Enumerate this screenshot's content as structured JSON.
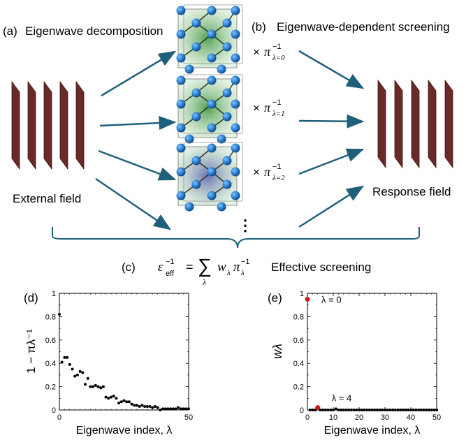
{
  "panels": {
    "a": {
      "letter": "(a)",
      "title": "Eigenwave decomposition"
    },
    "b": {
      "letter": "(b)",
      "title": "Eigenwave-dependent screening"
    },
    "c": {
      "letter": "(c)",
      "title": "Effective screening"
    },
    "d": {
      "letter": "(d)"
    },
    "e": {
      "letter": "(e)"
    }
  },
  "labels": {
    "external_field": "External field",
    "response_field": "Response field",
    "ellipsis": "⋮"
  },
  "factors": [
    {
      "times": "×",
      "symbol": "π",
      "sup": "−1",
      "sub": "λ=0"
    },
    {
      "times": "×",
      "symbol": "π",
      "sup": "−1",
      "sub": "λ=1"
    },
    {
      "times": "×",
      "symbol": "π",
      "sup": "−1",
      "sub": "λ=2"
    }
  ],
  "equation": {
    "lhs": "ε",
    "lhs_sub": "eff",
    "lhs_sup": "−1",
    "equals": "=",
    "sum": "∑",
    "sum_sub": "λ",
    "w": "w",
    "w_sub": "λ",
    "pi": "π",
    "pi_sub": "λ",
    "pi_sup": "−1"
  },
  "colors": {
    "arrow": "#1f5f7a",
    "field": "#6b2a2a",
    "atom": "#2a7ed0",
    "brace": "#1f5f7a",
    "marker": "#000000",
    "highlight": "#cc1a1a"
  },
  "chart_data": [
    {
      "type": "scatter",
      "panel": "d",
      "xlabel": "Eigenwave index, λ",
      "ylabel": "1 − πλ⁻¹",
      "xlim": [
        0,
        50
      ],
      "ylim": [
        0,
        1
      ],
      "xticks": [
        "0",
        "50"
      ],
      "yticks": [
        "0",
        "0.2",
        "0.4",
        "0.6",
        "0.8",
        "1"
      ],
      "x": [
        0,
        1,
        2,
        3,
        4,
        5,
        6,
        7,
        8,
        9,
        10,
        11,
        12,
        13,
        14,
        15,
        16,
        17,
        18,
        19,
        20,
        21,
        22,
        23,
        24,
        25,
        26,
        27,
        28,
        29,
        30,
        31,
        32,
        33,
        34,
        35,
        36,
        37,
        38,
        39,
        40,
        41,
        42,
        43,
        44,
        45,
        46,
        47,
        48,
        49,
        50
      ],
      "y": [
        0.82,
        0.41,
        0.45,
        0.45,
        0.39,
        0.35,
        0.29,
        0.3,
        0.33,
        0.32,
        0.22,
        0.27,
        0.2,
        0.2,
        0.21,
        0.2,
        0.19,
        0.2,
        0.11,
        0.1,
        0.11,
        0.12,
        0.1,
        0.06,
        0.07,
        0.08,
        0.07,
        0.07,
        0.05,
        0.04,
        0.04,
        0.03,
        0.04,
        0.03,
        0.03,
        0.03,
        0.02,
        0.03,
        0.02,
        0.0,
        0.01,
        0.01,
        0.01,
        0.01,
        0.01,
        0.01,
        0.02,
        0.01,
        0.01,
        0.01,
        0.01
      ],
      "grid": false
    },
    {
      "type": "scatter",
      "panel": "e",
      "xlabel": "Eigenwave index, λ",
      "ylabel": "wλ",
      "xlim": [
        0,
        50
      ],
      "ylim": [
        0,
        1
      ],
      "xticks": [
        "0",
        "10",
        "20",
        "30",
        "40",
        "50"
      ],
      "yticks": [
        "0",
        "0.2",
        "0.4",
        "0.6",
        "0.8",
        "1"
      ],
      "x": [
        0,
        1,
        2,
        3,
        4,
        5,
        6,
        7,
        8,
        9,
        10,
        11,
        12,
        13,
        14,
        15,
        16,
        17,
        18,
        19,
        20,
        21,
        22,
        23,
        24,
        25,
        26,
        27,
        28,
        29,
        30,
        31,
        32,
        33,
        34,
        35,
        36,
        37,
        38,
        39,
        40,
        41,
        42,
        43,
        44,
        45,
        46,
        47,
        48,
        49,
        50
      ],
      "y": [
        0.95,
        0.0,
        0.0,
        0.0,
        0.02,
        0.0,
        0.0,
        0.0,
        0.0,
        0.0,
        0.0,
        0.01,
        0.0,
        0.0,
        0.0,
        0.0,
        0.0,
        0.0,
        0.0,
        0.0,
        0.0,
        0.0,
        0.0,
        0.0,
        0.0,
        0.0,
        0.0,
        0.0,
        0.0,
        0.0,
        0.0,
        0.0,
        0.0,
        0.0,
        0.0,
        0.0,
        0.0,
        0.0,
        0.0,
        0.0,
        0.0,
        0.0,
        0.0,
        0.0,
        0.0,
        0.0,
        0.0,
        0.0,
        0.0,
        0.0,
        0.0
      ],
      "highlighted": [
        {
          "x": 0,
          "y": 0.95,
          "label": "λ = 0"
        },
        {
          "x": 4,
          "y": 0.02,
          "label": "λ = 4"
        }
      ],
      "grid": false
    }
  ]
}
